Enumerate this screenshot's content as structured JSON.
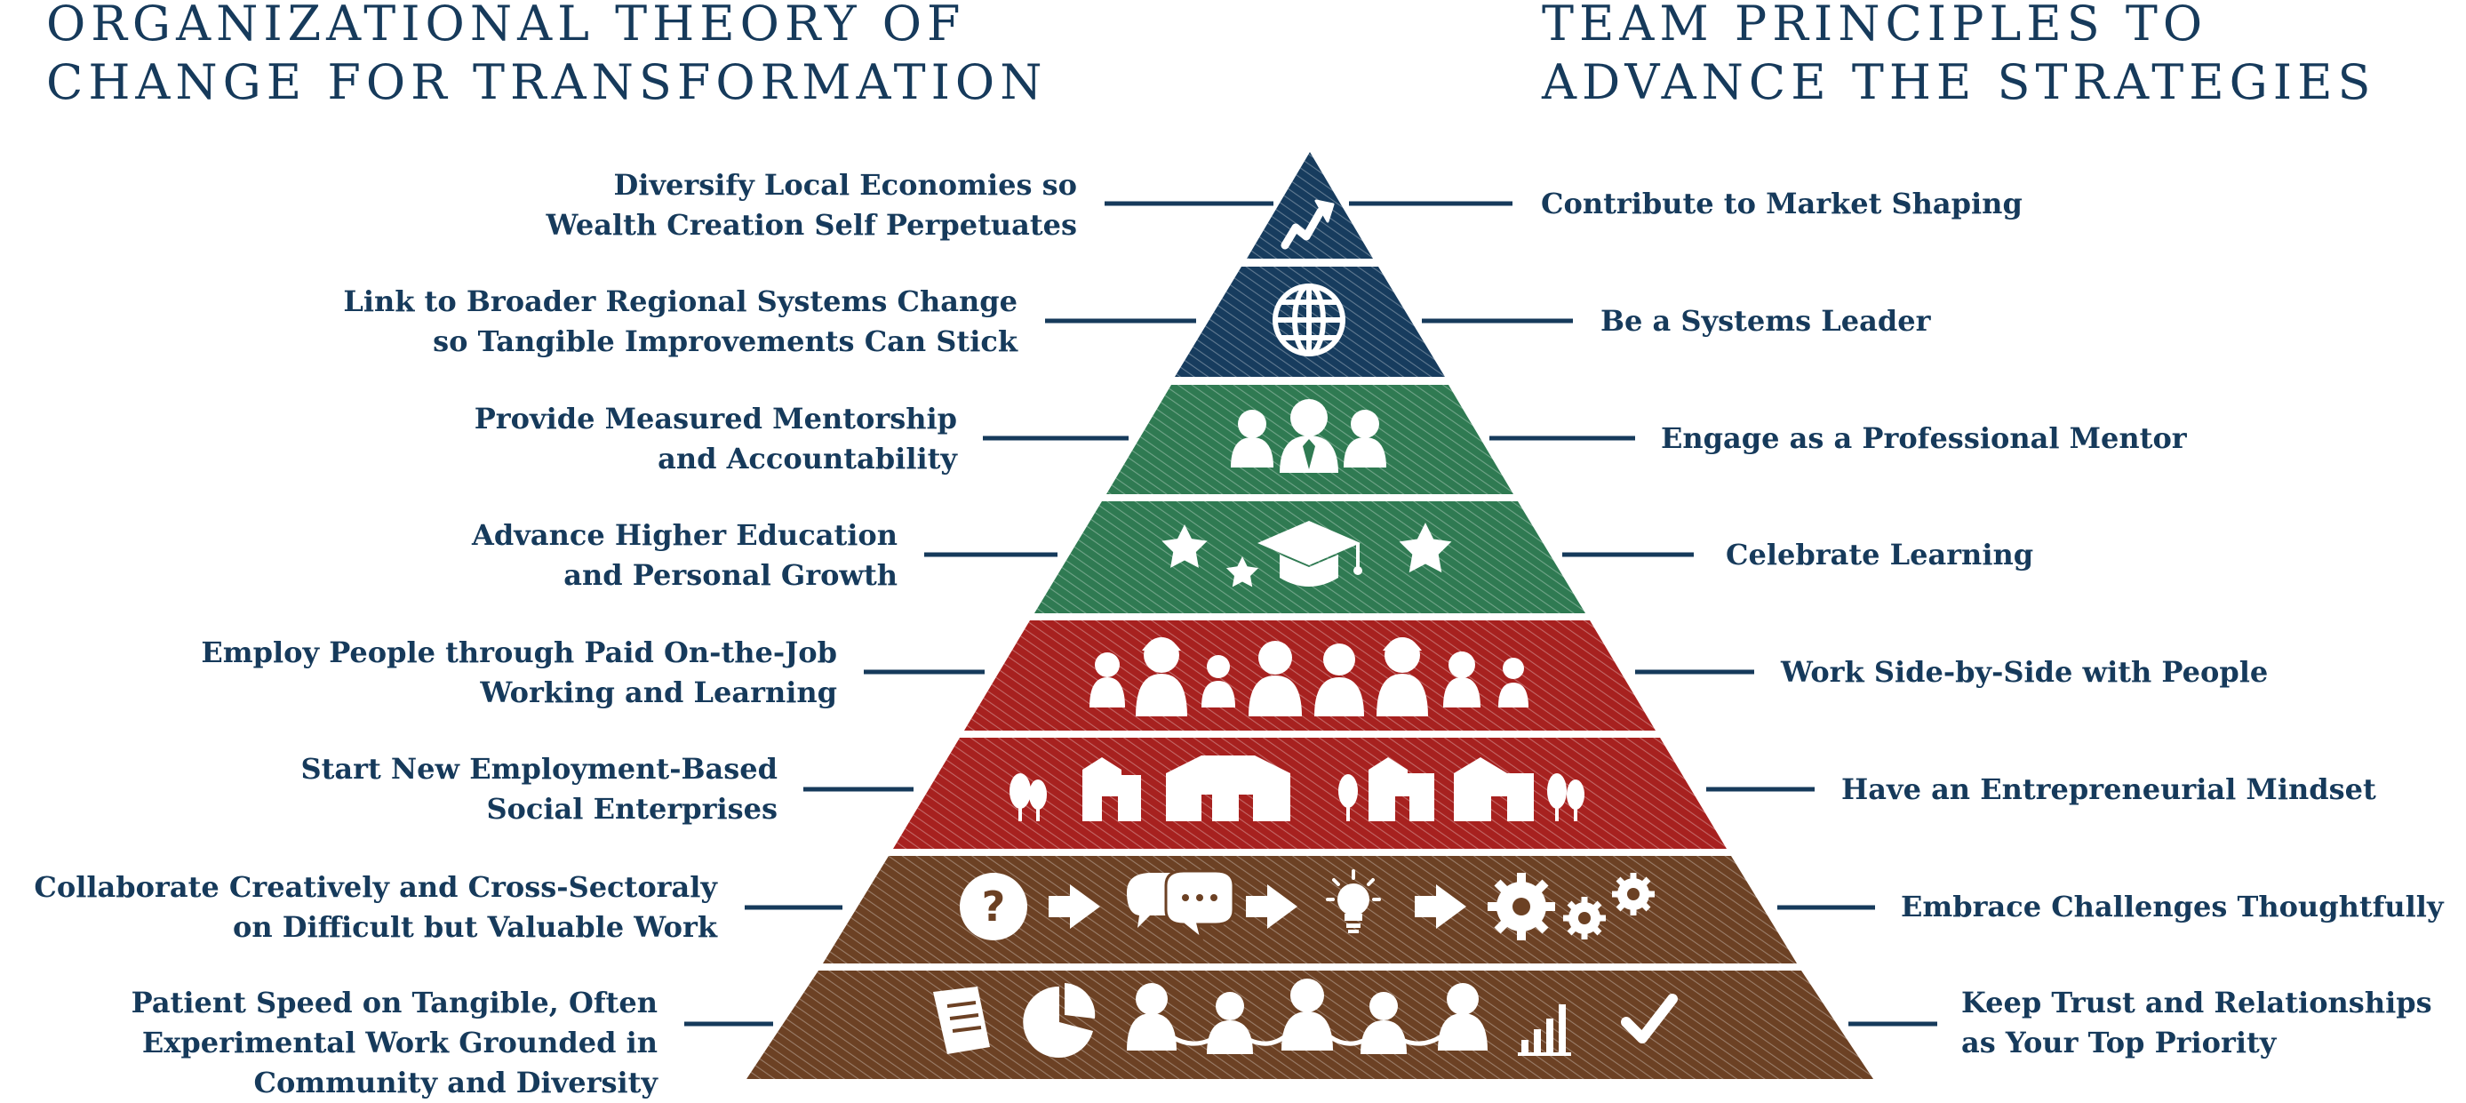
{
  "headings": {
    "left_line1": "ORGANIZATIONAL THEORY OF",
    "left_line2": "CHANGE FOR TRANSFORMATION",
    "right_line1": "TEAM PRINCIPLES TO",
    "right_line2": "ADVANCE THE STRATEGIES"
  },
  "colors": {
    "text": "#163a5b",
    "tier_blue": "#173c5e",
    "tier_green": "#2f7a52",
    "tier_red": "#a7211f",
    "tier_brown": "#6c4124"
  },
  "tiers": [
    {
      "color": "tier_blue",
      "icons": [
        "trend-arrow-icon"
      ],
      "left": [
        "Diversify Local Economies so",
        "Wealth Creation Self Perpetuates"
      ],
      "right": [
        "Contribute to Market Shaping"
      ]
    },
    {
      "color": "tier_blue",
      "icons": [
        "globe-icon"
      ],
      "left": [
        "Link to Broader Regional Systems Change",
        "so Tangible Improvements Can Stick"
      ],
      "right": [
        "Be a Systems Leader"
      ]
    },
    {
      "color": "tier_green",
      "icons": [
        "mentor-group-icon"
      ],
      "left": [
        "Provide Measured Mentorship",
        "and Accountability"
      ],
      "right": [
        "Engage as a Professional Mentor"
      ]
    },
    {
      "color": "tier_green",
      "icons": [
        "star-icon",
        "star-icon",
        "graduation-cap-icon",
        "star-icon"
      ],
      "left": [
        "Advance Higher Education",
        "and Personal Growth"
      ],
      "right": [
        "Celebrate Learning"
      ]
    },
    {
      "color": "tier_red",
      "icons": [
        "worker-group-icon"
      ],
      "left": [
        "Employ People through Paid On-the-Job",
        "Working and Learning"
      ],
      "right": [
        "Work Side-by-Side with People"
      ]
    },
    {
      "color": "tier_red",
      "icons": [
        "buildings-and-trees-icon"
      ],
      "left": [
        "Start New Employment-Based",
        "Social Enterprises"
      ],
      "right": [
        "Have an Entrepreneurial Mindset"
      ]
    },
    {
      "color": "tier_brown",
      "icons": [
        "question-icon",
        "arrow-icon",
        "speech-bubbles-icon",
        "arrow-icon",
        "lightbulb-icon",
        "arrow-icon",
        "gears-icon"
      ],
      "left": [
        "Collaborate Creatively and Cross-Sectoraly",
        "on Difficult but Valuable Work"
      ],
      "right": [
        "Embrace Challenges Thoughtfully"
      ]
    },
    {
      "color": "tier_brown",
      "icons": [
        "document-icon",
        "pie-chart-icon",
        "people-chain-icon",
        "bar-chart-icon",
        "checkmark-icon"
      ],
      "left": [
        "Patient Speed on Tangible, Often",
        "Experimental Work Grounded in",
        "Community and Diversity"
      ],
      "right": [
        "Keep Trust and Relationships",
        "as Your Top Priority"
      ]
    }
  ]
}
